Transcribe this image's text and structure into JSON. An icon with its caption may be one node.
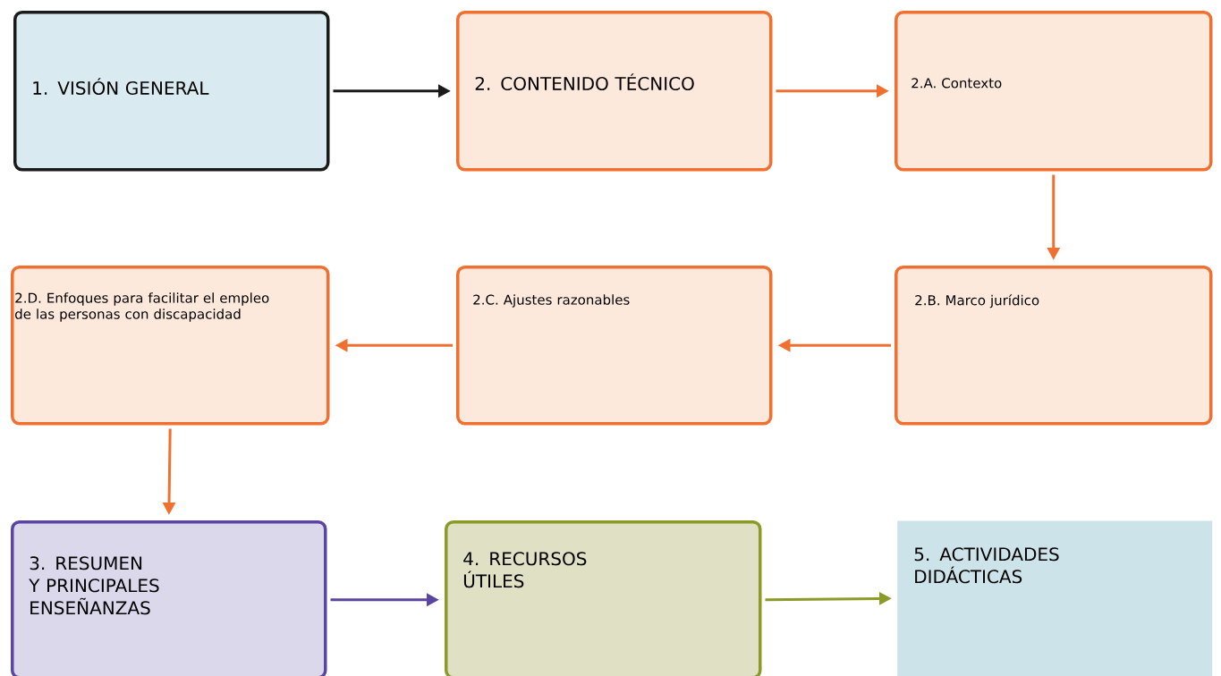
{
  "diagram": {
    "nodes": [
      {
        "text": [
          "1. VISIÓN GENERAL"
        ]
      },
      {
        "text": [
          "2. CONTENIDO TÉCNICO"
        ]
      },
      {
        "text": [
          "2.A. Contexto"
        ]
      },
      {
        "text": [
          "2.B. Marco jurídico"
        ]
      },
      {
        "text": [
          "2.C. Ajustes razonables"
        ]
      },
      {
        "text": [
          "2.D. Enfoques para facilitar el empleo de las personas con discapacidad"
        ]
      },
      {
        "text": [
          "3. RESUMEN Y PRINCIPALES ENSEÑANZAS"
        ]
      },
      {
        "text": [
          "4. RECURSOS ÚTILES"
        ]
      },
      {
        "text": [
          "5. ACTIVIDADES DIDÁCTICAS"
        ]
      }
    ],
    "edges": [
      {
        "from": 0,
        "to": 1,
        "arrow": "to",
        "color": "#1a1a1a"
      },
      {
        "from": 1,
        "to": 2,
        "arrow": "to"
      },
      {
        "from": 2,
        "to": 3,
        "arrow": "to"
      },
      {
        "from": 3,
        "to": 4,
        "arrow": "to"
      },
      {
        "from": 4,
        "to": 5,
        "arrow": "to"
      },
      {
        "from": 5,
        "to": 6,
        "arrow": "to"
      },
      {
        "from": 6,
        "to": 7,
        "arrow": "to",
        "color": "#5a46a0"
      },
      {
        "from": 7,
        "to": 8,
        "arrow": "to",
        "color": "#8c9a28"
      }
    ]
  }
}
